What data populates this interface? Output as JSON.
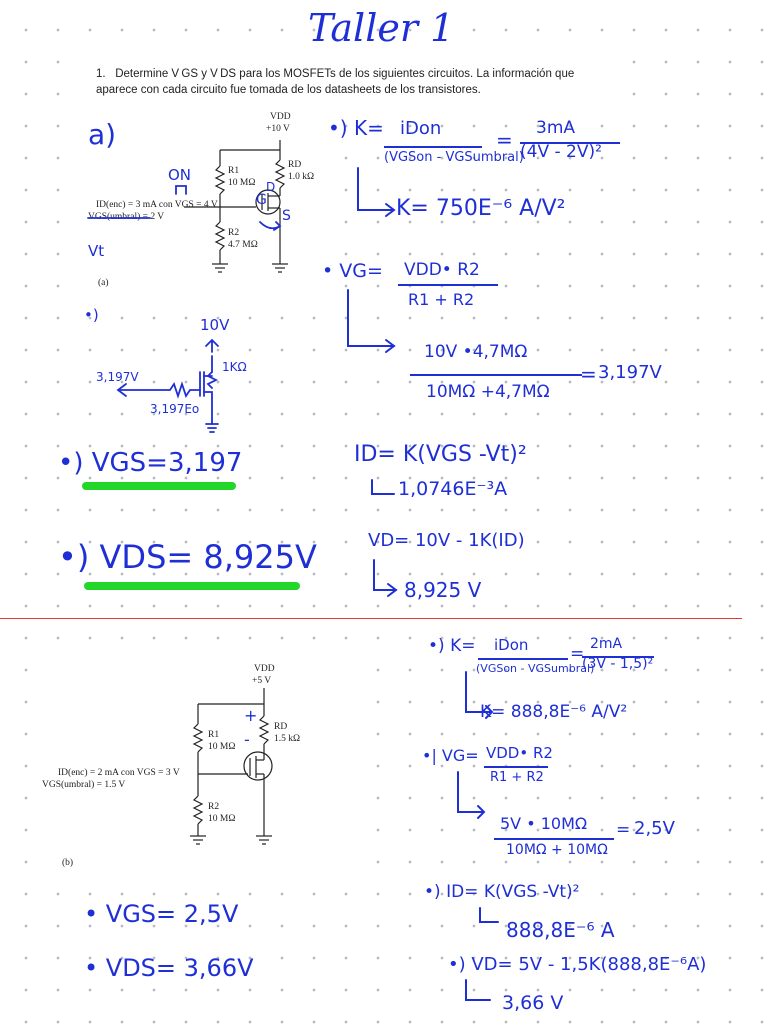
{
  "title": "Taller 1",
  "problem": {
    "number": "1.",
    "text": "Determine V GS y V DS para los MOSFETs de los siguientes circuitos. La información que aparece con cada circuito fue tomada de los datasheets de los transistores."
  },
  "circuit_a": {
    "vdd_label": "VDD",
    "vdd_value": "+10 V",
    "r1_label": "R1",
    "r1_value": "10 MΩ",
    "rd_label": "RD",
    "rd_value": "1.0 kΩ",
    "r2_label": "R2",
    "r2_value": "4.7 MΩ",
    "id_spec": "ID(enc) = 3 mA con VGS = 4 V",
    "vt_spec": "VGS(umbral) = 2 V",
    "caption": "(a)"
  },
  "circuit_b": {
    "vdd_label": "VDD",
    "vdd_value": "+5 V",
    "r1_label": "R1",
    "r1_value": "10 MΩ",
    "rd_label": "RD",
    "rd_value": "1.5 kΩ",
    "r2_label": "R2",
    "r2_value": "10 MΩ",
    "id_spec": "ID(enc) = 2 mA con VGS = 3 V",
    "vt_spec": "VGS(umbral) = 1.5 V",
    "caption": "(b)"
  },
  "notes_a": {
    "label": "a)",
    "on_label": "ON",
    "vt_label": "Vt",
    "g_label": "G",
    "d_label": "D",
    "s_label": "S",
    "k_prefix": "•) K=",
    "k_num": "iDon",
    "k_den": "(VGSon - VGSumbral)",
    "k_eq": "=",
    "k_num2": "3mA",
    "k_den2": "(4V - 2V)²",
    "k_result": "K= 750E⁻⁶ A/V²",
    "vg_prefix": "• VG=",
    "vg_num": "VDD• R2",
    "vg_den": "R1 + R2",
    "vg_num2": "10V •4,7MΩ",
    "vg_den2": "10MΩ +4,7MΩ",
    "vg_eq": "=",
    "vg_result": "3,197V",
    "sketch_label": "•)",
    "sketch_10v": "10V",
    "sketch_rd": "1KΩ",
    "sketch_vin": "3,197V",
    "sketch_vg": "3,197Eo",
    "vgs_answer": "•) VGS=3,197",
    "id_eq": "ID= K(VGS -Vt)²",
    "id_result": "1,0746E⁻³A",
    "vd_eq": "VD= 10V - 1K(ID)",
    "vd_result": "8,925 V",
    "vds_answer": "•) VDS= 8,925V"
  },
  "notes_b": {
    "k_prefix": "•) K=",
    "k_num": "iDon",
    "k_den": "(VGSon - VGSumbral)",
    "k_eq": "=",
    "k_num2": "2mA",
    "k_den2": "(3V - 1,5)²",
    "k_result": "K= 888,8E⁻⁶ A/V²",
    "vg_prefix": "•| VG=",
    "vg_num": "VDD• R2",
    "vg_den": "R1 + R2",
    "vg_num2": "5V • 10MΩ",
    "vg_den2": "10MΩ + 10MΩ",
    "vg_eq": "=",
    "vg_result": "2,5V",
    "id_eq": "•) ID= K(VGS -Vt)²",
    "id_result": "888,8E⁻⁶ A",
    "vd_eq": "•) VD= 5V - 1,5K(888,8E⁻⁶A)",
    "vd_result": "3,66 V",
    "vgs_answer": "• VGS= 2,5V",
    "vds_answer": "• VDS= 3,66V",
    "plus_sign": "+",
    "minus_sign": "-"
  },
  "colors": {
    "ink": "#1f2fd6",
    "highlight": "#22d62a",
    "divider": "#e53935",
    "dots": "#b9bcc2"
  }
}
